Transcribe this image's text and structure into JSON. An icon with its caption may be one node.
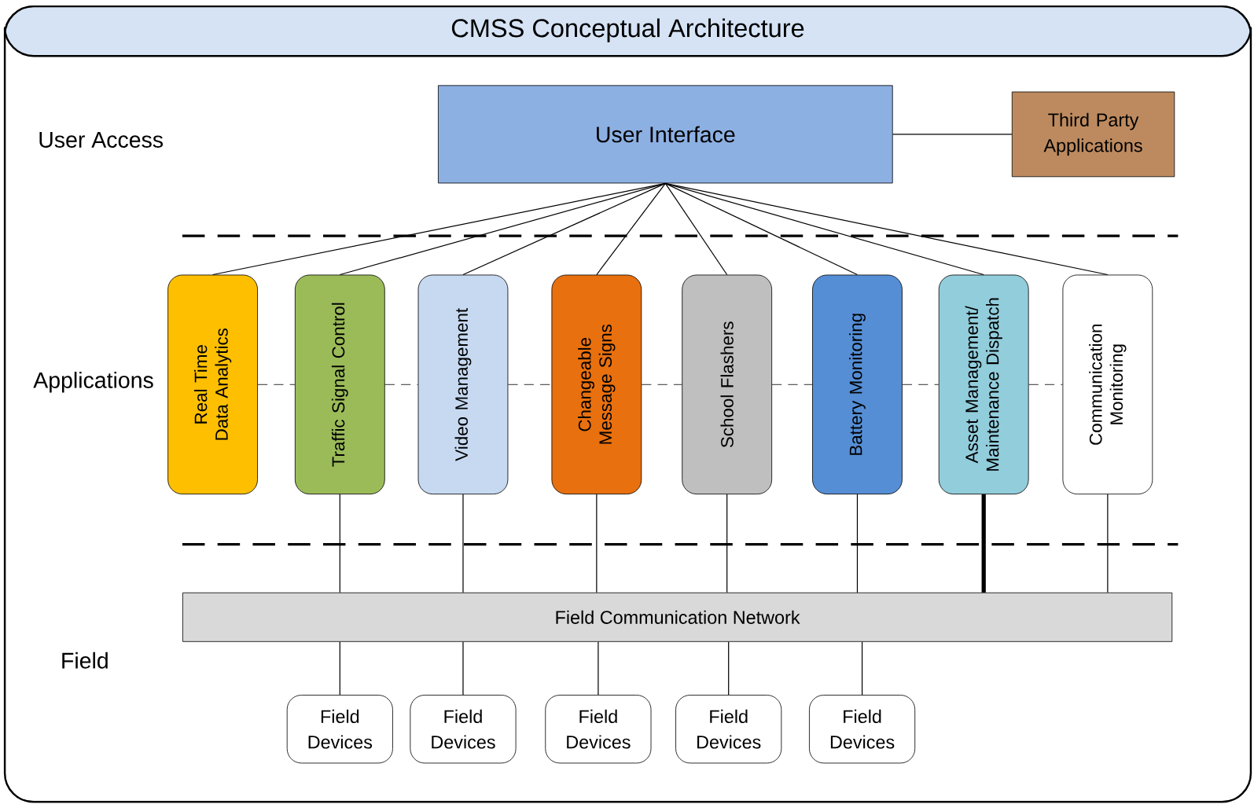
{
  "diagram": {
    "title": "CMSS Conceptual Architecture",
    "nodes": [
      {
        "text": [
          "User Interface"
        ]
      },
      {
        "text": [
          "Third Party Applications"
        ]
      },
      {
        "text": [
          "Real Time Data Analytics"
        ]
      },
      {
        "text": [
          "Traffic Signal Control"
        ]
      },
      {
        "text": [
          "Video Management"
        ]
      },
      {
        "text": [
          "Changeable Message Signs"
        ]
      },
      {
        "text": [
          "School Flashers"
        ]
      },
      {
        "text": [
          "Battery Monitoring"
        ]
      },
      {
        "text": [
          "Asset Management/ Maintenance Dispatch"
        ]
      },
      {
        "text": [
          "Communication Monitoring"
        ]
      },
      {
        "text": [
          "Field Communication Network"
        ]
      },
      {
        "text": [
          "Field Devices"
        ]
      },
      {
        "text": [
          "Field Devices"
        ]
      },
      {
        "text": [
          "Field Devices"
        ]
      },
      {
        "text": [
          "Field Devices"
        ]
      },
      {
        "text": [
          "Field Devices"
        ]
      }
    ],
    "edges": [
      {
        "from": 0,
        "to": 1,
        "arrow": "none"
      },
      {
        "from": 0,
        "to": 2,
        "arrow": "none"
      },
      {
        "from": 0,
        "to": 3,
        "arrow": "none"
      },
      {
        "from": 0,
        "to": 4,
        "arrow": "none"
      },
      {
        "from": 0,
        "to": 5,
        "arrow": "none"
      },
      {
        "from": 0,
        "to": 6,
        "arrow": "none"
      },
      {
        "from": 0,
        "to": 7,
        "arrow": "none"
      },
      {
        "from": 0,
        "to": 8,
        "arrow": "none"
      },
      {
        "from": 0,
        "to": 9,
        "arrow": "none"
      },
      {
        "from": 2,
        "to": 3,
        "arrow": "none",
        "style": "dashed"
      },
      {
        "from": 3,
        "to": 4,
        "arrow": "none",
        "style": "dashed"
      },
      {
        "from": 4,
        "to": 5,
        "arrow": "none",
        "style": "dashed"
      },
      {
        "from": 5,
        "to": 6,
        "arrow": "none",
        "style": "dashed"
      },
      {
        "from": 6,
        "to": 7,
        "arrow": "none",
        "style": "dashed"
      },
      {
        "from": 7,
        "to": 8,
        "arrow": "none",
        "style": "dashed"
      },
      {
        "from": 8,
        "to": 9,
        "arrow": "none",
        "style": "dashed"
      },
      {
        "from": 3,
        "to": 10,
        "arrow": "none"
      },
      {
        "from": 4,
        "to": 10,
        "arrow": "none"
      },
      {
        "from": 5,
        "to": 10,
        "arrow": "none"
      },
      {
        "from": 6,
        "to": 10,
        "arrow": "none"
      },
      {
        "from": 7,
        "to": 10,
        "arrow": "none"
      },
      {
        "from": 8,
        "to": 10,
        "arrow": "none",
        "style": "thick"
      },
      {
        "from": 9,
        "to": 10,
        "arrow": "none"
      },
      {
        "from": 10,
        "to": 11,
        "arrow": "none"
      },
      {
        "from": 10,
        "to": 12,
        "arrow": "none"
      },
      {
        "from": 10,
        "to": 13,
        "arrow": "none"
      },
      {
        "from": 10,
        "to": 14,
        "arrow": "none"
      },
      {
        "from": 10,
        "to": 15,
        "arrow": "none"
      }
    ],
    "labels": [
      "User Access",
      "Applications",
      "Field"
    ]
  }
}
